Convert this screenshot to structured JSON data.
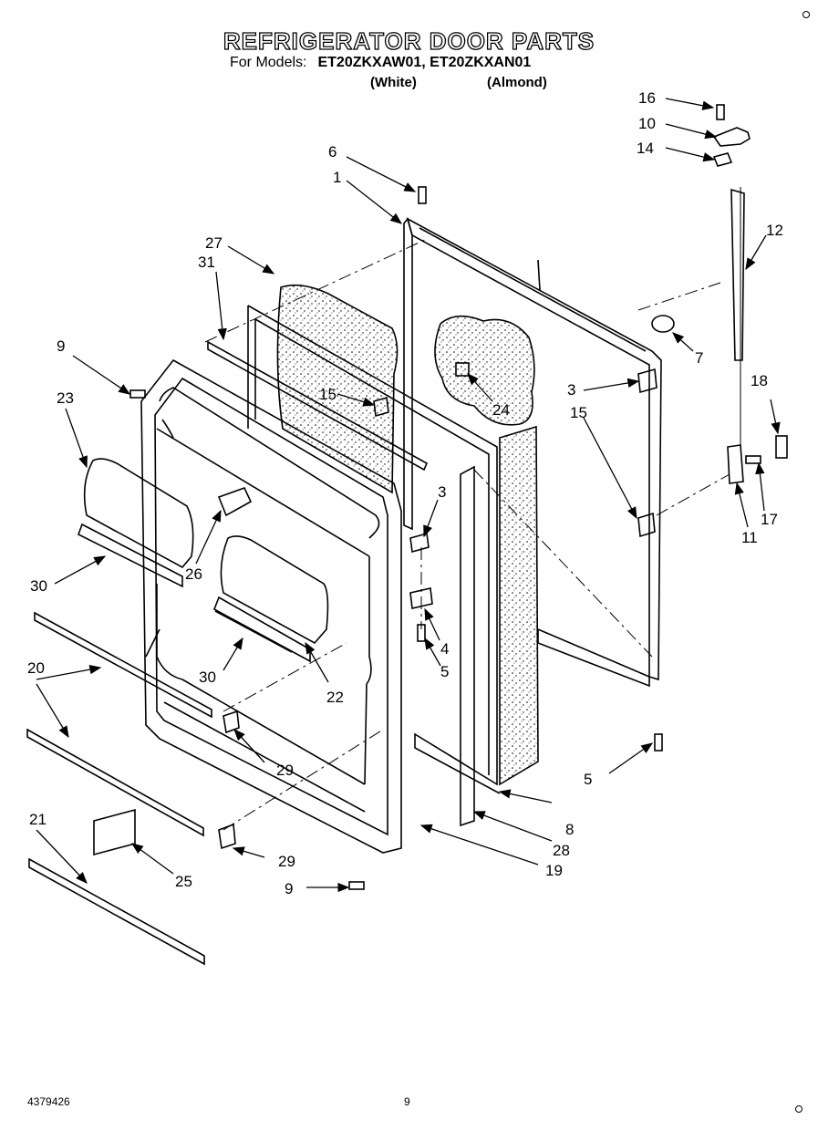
{
  "header": {
    "title": "REFRIGERATOR DOOR PARTS",
    "models_label": "For Models:",
    "models": "ET20ZKXAW01, ET20ZKXAN01",
    "color_white": "(White)",
    "color_almond": "(Almond)"
  },
  "footer": {
    "doc_number": "4379426",
    "page_number": "9"
  },
  "callouts": [
    {
      "id": "c16",
      "label": "16"
    },
    {
      "id": "c10",
      "label": "10"
    },
    {
      "id": "c14",
      "label": "14"
    },
    {
      "id": "c6",
      "label": "6"
    },
    {
      "id": "c1",
      "label": "1"
    },
    {
      "id": "c12",
      "label": "12"
    },
    {
      "id": "c27",
      "label": "27"
    },
    {
      "id": "c31",
      "label": "31"
    },
    {
      "id": "c7",
      "label": "7"
    },
    {
      "id": "c9a",
      "label": "9"
    },
    {
      "id": "c23",
      "label": "23"
    },
    {
      "id": "c15a",
      "label": "15"
    },
    {
      "id": "c24",
      "label": "24"
    },
    {
      "id": "c3a",
      "label": "3"
    },
    {
      "id": "c15b",
      "label": "15"
    },
    {
      "id": "c18",
      "label": "18"
    },
    {
      "id": "c3b",
      "label": "3"
    },
    {
      "id": "c26",
      "label": "26"
    },
    {
      "id": "c30a",
      "label": "30"
    },
    {
      "id": "c17",
      "label": "17"
    },
    {
      "id": "c11",
      "label": "11"
    },
    {
      "id": "c4",
      "label": "4"
    },
    {
      "id": "c5a",
      "label": "5"
    },
    {
      "id": "c20",
      "label": "20"
    },
    {
      "id": "c30b",
      "label": "30"
    },
    {
      "id": "c22",
      "label": "22"
    },
    {
      "id": "c29a",
      "label": "29"
    },
    {
      "id": "c5b",
      "label": "5"
    },
    {
      "id": "c8",
      "label": "8"
    },
    {
      "id": "c21",
      "label": "21"
    },
    {
      "id": "c28",
      "label": "28"
    },
    {
      "id": "c29b",
      "label": "29"
    },
    {
      "id": "c25",
      "label": "25"
    },
    {
      "id": "c19",
      "label": "19"
    },
    {
      "id": "c9b",
      "label": "9"
    }
  ]
}
